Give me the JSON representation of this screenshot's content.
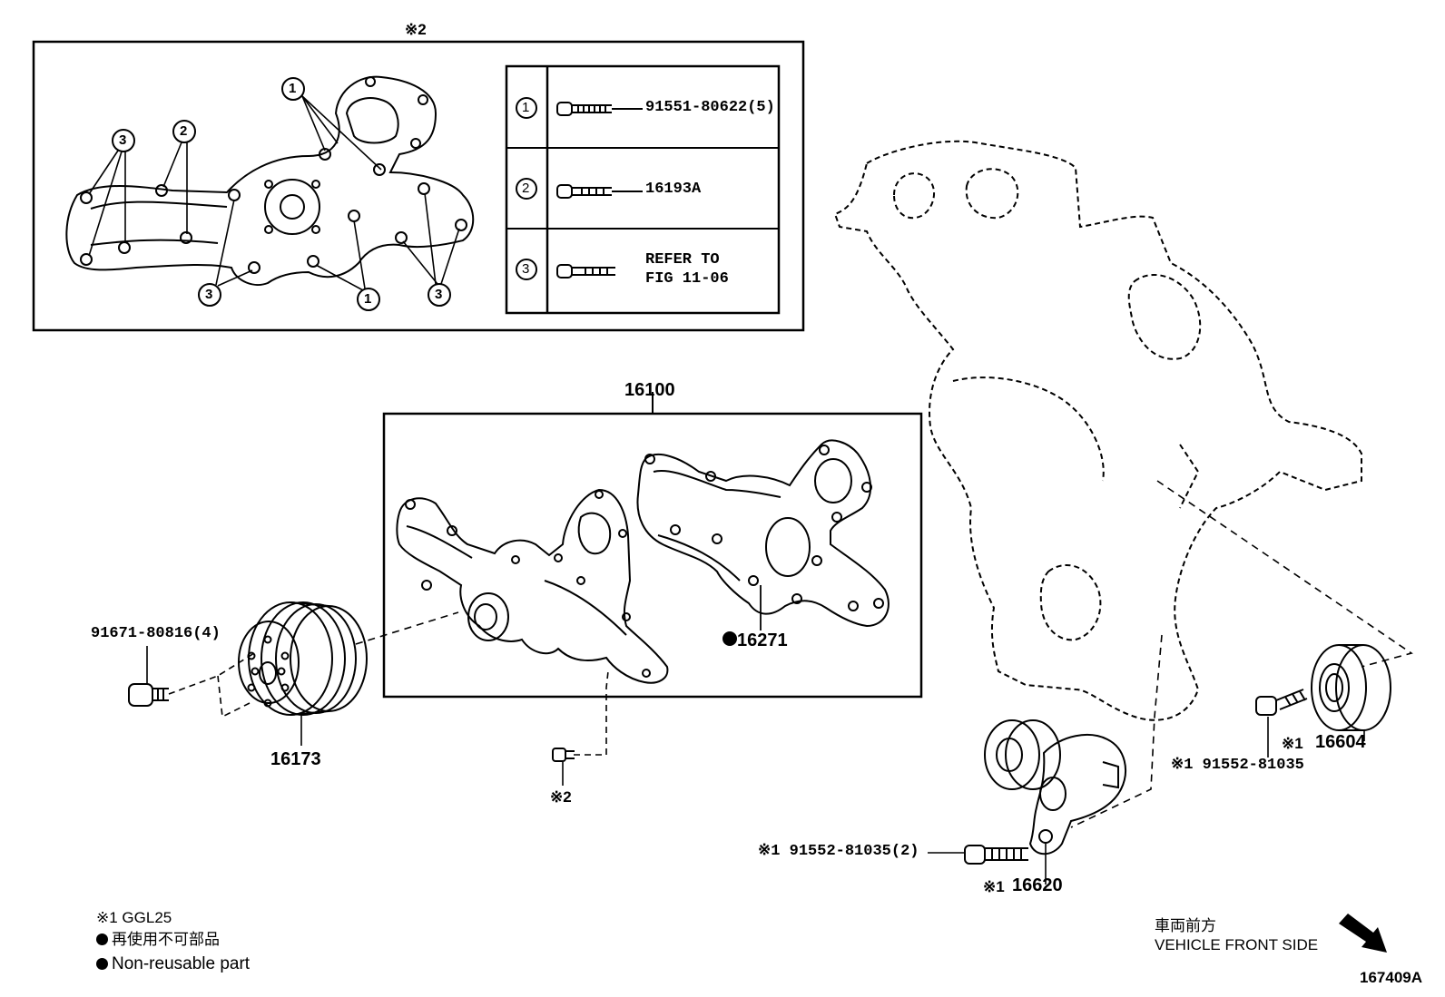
{
  "detail": {
    "ref_mark": "※2",
    "callouts": [
      "1",
      "2",
      "3"
    ],
    "bolt_table": [
      {
        "num": "1",
        "part": "91551-80622(5)"
      },
      {
        "num": "2",
        "part": "16193A"
      },
      {
        "num": "3",
        "part_line1": "REFER TO",
        "part_line2": "FIG 11-06"
      }
    ]
  },
  "parts": {
    "assembly": "16100",
    "gasket": "16271",
    "pulley": "16173",
    "pulley_bolt": "91671-80816(4)",
    "small_bolt_ref": "※2",
    "idler_mark": "※1",
    "idler": "16604",
    "idler_bolt": "※1  91552-81035",
    "tensioner_bolt": "※1  91552-81035(2)",
    "tensioner_mark": "※1",
    "tensioner": "16620"
  },
  "legend": {
    "line1": "※1 GGL25",
    "line2": "再使用不可部品",
    "line3": "Non-reusable part"
  },
  "front": {
    "line1": "車両前方",
    "line2": "VEHICLE FRONT SIDE"
  },
  "figure_id": "167409A",
  "colors": {
    "ink": "#000000",
    "paper": "#ffffff"
  }
}
